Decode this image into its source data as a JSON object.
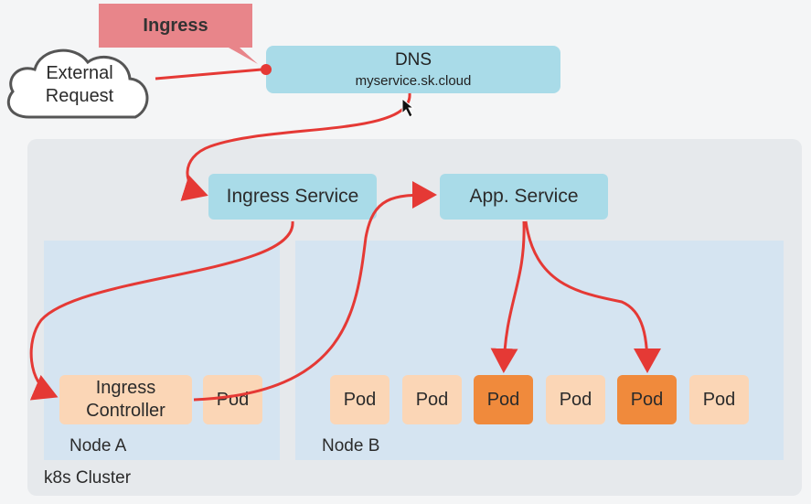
{
  "diagram": {
    "title_tag": "Ingress",
    "external_request": [
      "External",
      "Request"
    ],
    "dns": {
      "label": "DNS",
      "host": "myservice.sk.cloud"
    },
    "ingress_service": "Ingress Service",
    "app_service": "App. Service",
    "ingress_controller": [
      "Ingress",
      "Controller"
    ],
    "pod_label": "Pod",
    "node_a": "Node A",
    "node_b": "Node B",
    "cluster": "k8s Cluster"
  },
  "colors": {
    "arrow": "#e53935",
    "service": "#a9dbe8",
    "pod": "#fbd6b6",
    "pod_active": "#f08a3c",
    "node": "#d5e4f1",
    "cluster": "#e6e9ec",
    "ingress_tag": "#e8858a"
  },
  "icons": {
    "cloud": "cloud-icon",
    "cursor": "mouse-cursor-icon"
  }
}
